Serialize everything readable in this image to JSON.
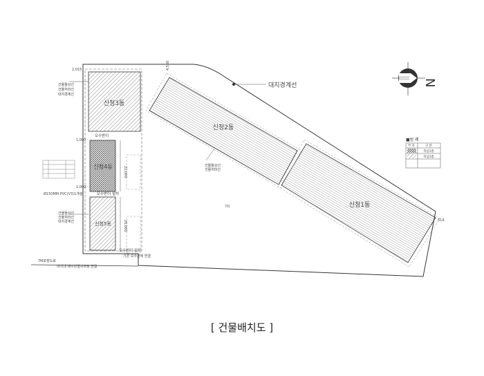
{
  "caption": "[ 건물배치도 ]",
  "buildings": {
    "b1": "신청1동",
    "b2": "신청2동",
    "b3": "신청3동",
    "b4": "신청4동",
    "b5": "신청5동"
  },
  "labels": {
    "boundary": "대지경계선",
    "eave_lines": [
      "건물돌상선",
      "건물처마선",
      "대지경계선"
    ],
    "eave_lines2": [
      "건물돌상선",
      "건물처마선"
    ],
    "sewer_pit": "오수받이",
    "sewer_pit_install": "오수받이 설치",
    "sewer_pit_install2": "오수받이 설치",
    "pipe": "Ø150MM PVC(V3)1개설",
    "road": "7M포장도로",
    "drain_connect": "마지내 배수관렬치조정 연결",
    "existing": "기존 오수관에 연결",
    "dims": {
      "d1": "2,015",
      "d2": "1,000",
      "d3": "1,000",
      "d4": "22,000",
      "d5": "20,000",
      "d6": "4,550",
      "d7": "514",
      "d8": "T55"
    }
  },
  "legend": {
    "title": "■범 례",
    "headers": [
      "부 호",
      "구 분"
    ],
    "rows": [
      "지상1층",
      "지상2층"
    ]
  },
  "compass": {
    "letter": "N",
    "direction": "right"
  }
}
